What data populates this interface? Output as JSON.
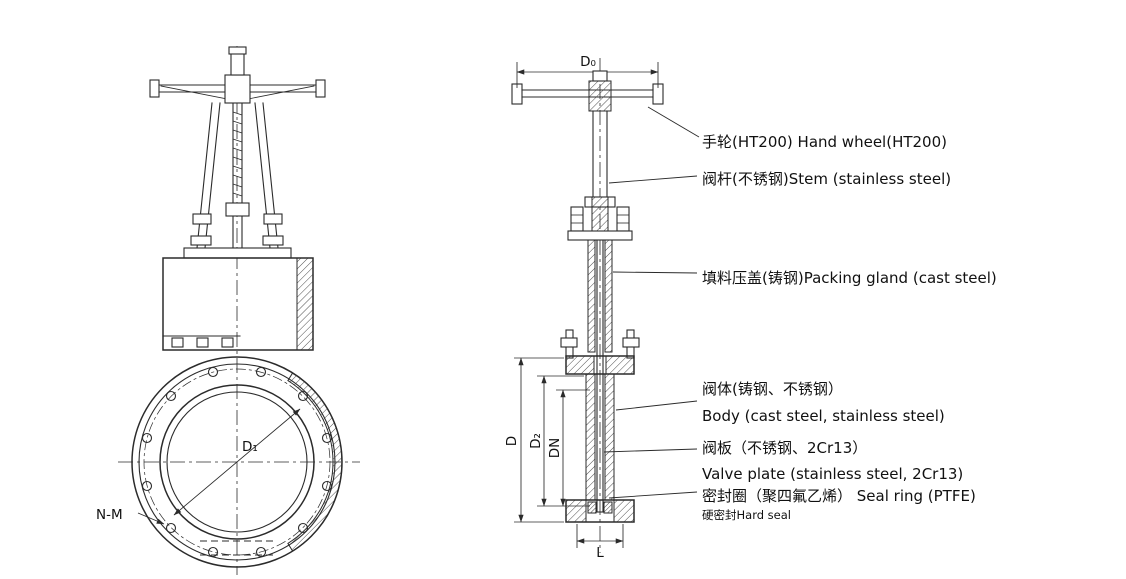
{
  "page": {
    "background": "#ffffff",
    "line_color": "#2b2b2b",
    "subject": "knife gate valve technical drawing, front view and side section view"
  },
  "front_view": {
    "dim_d1": "D₁",
    "dim_nm": "N-M"
  },
  "side_view": {
    "dim_d0": "D₀",
    "dim_d": "D",
    "dim_d2": "D₂",
    "dim_dn": "DN",
    "dim_l": "L"
  },
  "callouts": {
    "hand_wheel": "手轮(HT200) Hand wheel(HT200)",
    "stem": "阀杆(不锈钢)Stem (stainless steel)",
    "packing_gland": "填料压盖(铸钢)Packing gland (cast steel)",
    "body_zh": "阀体(铸钢、不锈钢）",
    "body_en": "Body (cast steel, stainless steel)",
    "valve_plate_zh": "阀板（不锈钢、2Cr13）",
    "valve_plate_en": "Valve plate (stainless steel, 2Cr13)",
    "seal_ring": "密封圈（聚四氟乙烯） Seal ring (PTFE)",
    "hard_seal": "硬密封Hard seal"
  }
}
